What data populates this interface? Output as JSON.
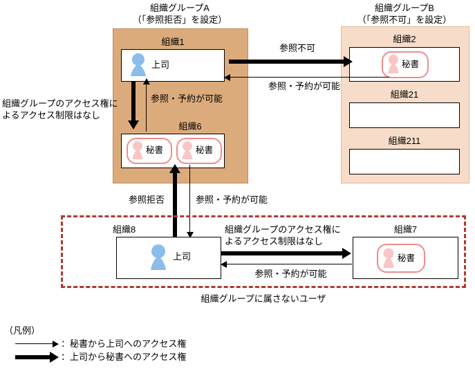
{
  "diagram": {
    "group_a": {
      "title_line1": "組織グループA",
      "title_line2": "（「参照拒否」を設定）",
      "org1_label": "組織1",
      "org1_person": "上司",
      "org6_label": "組織6",
      "org6_person_1": "秘書",
      "org6_person_2": "秘書"
    },
    "group_b": {
      "title_line1": "組織グループB",
      "title_line2": "（「参照不可」を設定）",
      "org2_label": "組織2",
      "org2_person": "秘書",
      "org21_label": "組織21",
      "org211_label": "組織211"
    },
    "ungrouped": {
      "caption": "組織グループに属さないユーザ",
      "org8_label": "組織8",
      "org8_person": "上司",
      "org7_label": "組織7",
      "org7_person": "秘書"
    },
    "edge_labels": {
      "a_to_b_deny": "参照不可",
      "b_to_a_ok": "参照・予約が可能",
      "left_note_line1": "組織グループのアクセス権に",
      "left_note_line2": "よるアクセス制限はなし",
      "org1_to_org6_ok": "参照・予約が可能",
      "org8_to_org6_deny": "参照拒否",
      "org6_to_org8_ok": "参照・予約が可能",
      "org8_note_line1": "組織グループのアクセス権に",
      "org8_note_line2": "よるアクセス制限はなし",
      "org7_to_org8_ok": "参照・予約が可能"
    },
    "legend": {
      "title": "（凡例）",
      "thin_label": "：秘書から上司へのアクセス権",
      "thick_label": "：上司から秘書へのアクセス権"
    },
    "colors": {
      "group_a_fill": "#dcab7c",
      "group_b_fill": "#f7ddc9",
      "boss_fill": "#8cbdea",
      "secretary_fill": "#f9c5c5",
      "secretary_outline": "#f08c8c",
      "dashed_border": "#b03a32"
    }
  }
}
